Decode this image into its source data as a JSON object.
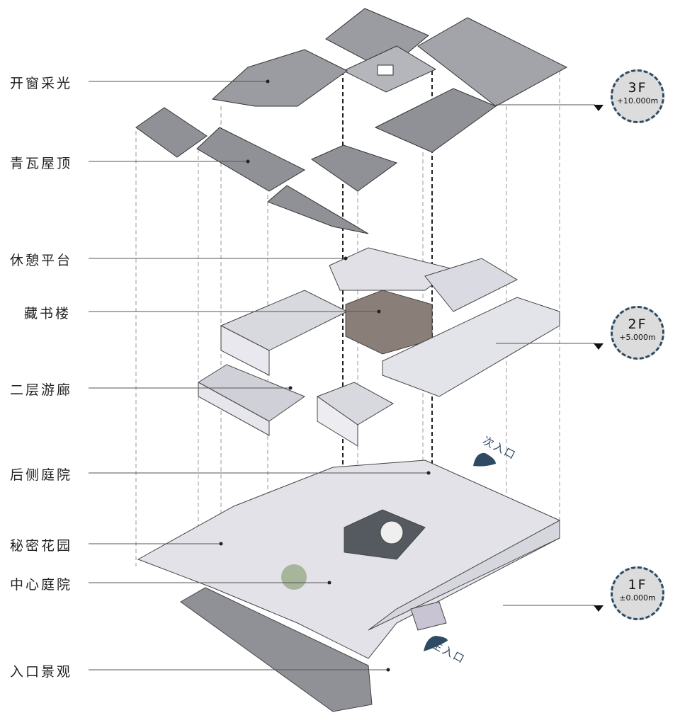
{
  "labels": [
    {
      "id": "skylight",
      "text": "开窗采光"
    },
    {
      "id": "tile-roof",
      "text": "青瓦屋顶"
    },
    {
      "id": "rest-platform",
      "text": "休憩平台"
    },
    {
      "id": "library",
      "text": "藏书楼"
    },
    {
      "id": "second-corridor",
      "text": "二层游廊"
    },
    {
      "id": "rear-courtyard",
      "text": "后侧庭院"
    },
    {
      "id": "secret-garden",
      "text": "秘密花园"
    },
    {
      "id": "central-courtyard",
      "text": "中心庭院"
    },
    {
      "id": "entrance-landscape",
      "text": "入口景观"
    }
  ],
  "floors": [
    {
      "floor": "3F",
      "elevation": "+10.000m"
    },
    {
      "floor": "2F",
      "elevation": "+5.000m"
    },
    {
      "floor": "1F",
      "elevation": "±0.000m"
    }
  ],
  "entrances": {
    "secondary": "次入口",
    "main": "主入口"
  },
  "colors": {
    "roof": "#8f9197",
    "wall": "#e4e4ea",
    "accent": "#2f4a63"
  }
}
